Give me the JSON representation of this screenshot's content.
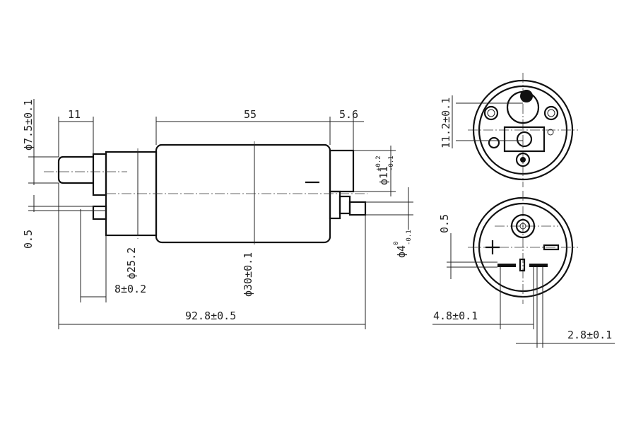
{
  "dimensions": {
    "shaft_dia": "ϕ7.5±0.1",
    "shaft_len": "11",
    "body_len": "55",
    "end_len": "5.6",
    "outlet_dia_base": "ϕ11",
    "outlet_dia_tol_up": "+0.2",
    "outlet_dia_tol_low": "-0.1",
    "offset_left": "0.5",
    "pin_dia_base": "ϕ4",
    "pin_dia_tol_up": "0",
    "pin_dia_tol_low": "-0.1",
    "flange_dia": "ϕ25.2",
    "flange_len": "8±0.2",
    "body_dia": "ϕ30±0.1",
    "overall_len": "92.8±0.5",
    "top_view_offset": "11.2±0.1",
    "bottom_view_offset": "0.5",
    "terminal_spacing": "4.8±0.1",
    "terminal_width": "2.8±0.1"
  },
  "icons": [
    "plus-terminal-icon",
    "minus-terminal-icon"
  ]
}
